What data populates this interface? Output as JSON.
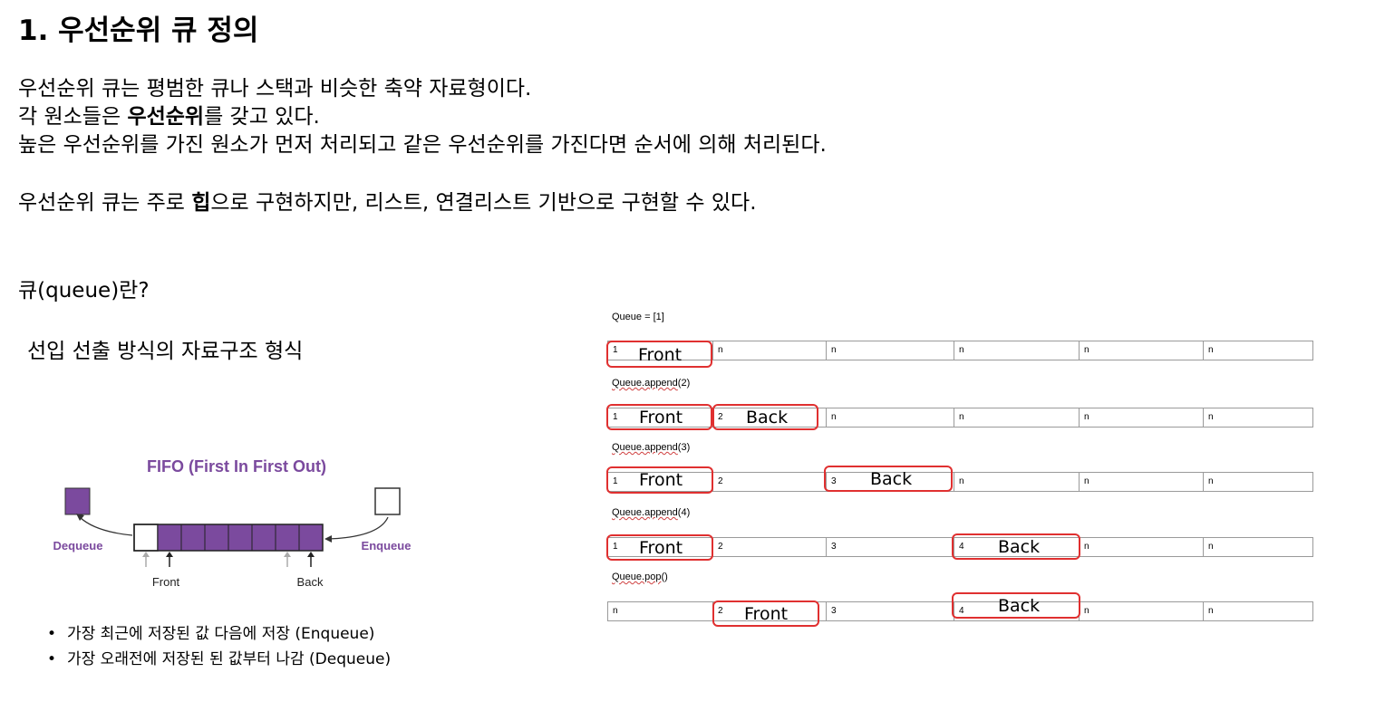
{
  "heading": "1.  우선순위 큐 정의",
  "paragraphs": {
    "p1": "우선순위 큐는 평범한 큐나 스택과 비슷한 축약 자료형이다.",
    "p2_pre": "각 원소들은 ",
    "p2_bold": "우선순위",
    "p2_post": "를 갖고 있다.",
    "p3": "높은 우선순위를 가진 원소가 먼저 처리되고 같은 우선순위를 가진다면 순서에 의해 처리된다.",
    "p4_pre": "우선순위 큐는 주로 ",
    "p4_bold": "힙",
    "p4_post": "으로 구현하지만, 리스트, 연결리스트 기반으로 구현할 수 있다."
  },
  "queue_question": "큐(queue)란?",
  "queue_subtitle": "선입 선출 방식의 자료구조 형식",
  "fifo": {
    "title": "FIFO (First In First Out)",
    "dequeue": "Dequeue",
    "enqueue": "Enqueue",
    "front": "Front",
    "back": "Back",
    "accent": "#7b4a9e"
  },
  "bullets": [
    "가장 최근에 저장된 값 다음에 저장 (Enqueue)",
    "가장 오래전에 저장된 된 값부터 나감 (Dequeue)"
  ],
  "ops": [
    {
      "label_u": "",
      "label": "Queue = [1]",
      "cells": [
        "1",
        "n",
        "n",
        "n",
        "n",
        "n"
      ]
    },
    {
      "label_u": "Queue.append",
      "label": "(2)",
      "cells": [
        "1",
        "2",
        "n",
        "n",
        "n",
        "n"
      ]
    },
    {
      "label_u": "Queue.append",
      "label": "(3)",
      "cells": [
        "1",
        "2",
        "3",
        "n",
        "n",
        "n"
      ]
    },
    {
      "label_u": "Queue.append",
      "label": "(4)",
      "cells": [
        "1",
        "2",
        "3",
        "4",
        "n",
        "n"
      ]
    },
    {
      "label_u": "Queue.pop",
      "label": "()",
      "cells": [
        "n",
        "2",
        "3",
        "4",
        "n",
        "n"
      ]
    }
  ],
  "marker_labels": {
    "front": "Front",
    "back": "Back"
  },
  "marker_color": "#e03030"
}
